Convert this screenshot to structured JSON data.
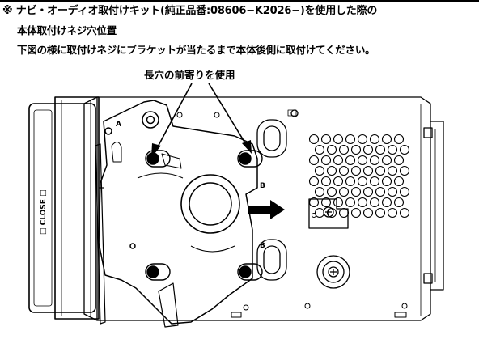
{
  "doc": {
    "heading": "※ ナビ・オーディオ取付けキット(純正品番:08606−K2026−)を使用した際の",
    "subheading": "本体取付けネジ穴位置",
    "instruction": "下図の様に取付けネジにブラケットが当たるまで本体後側に取付けてください。"
  },
  "figure": {
    "callout": "長穴の前寄りを使用",
    "close_label": "□ CLOSE □",
    "mark_a": "A",
    "mark_b_upper": "B",
    "mark_b_lower": "B"
  }
}
